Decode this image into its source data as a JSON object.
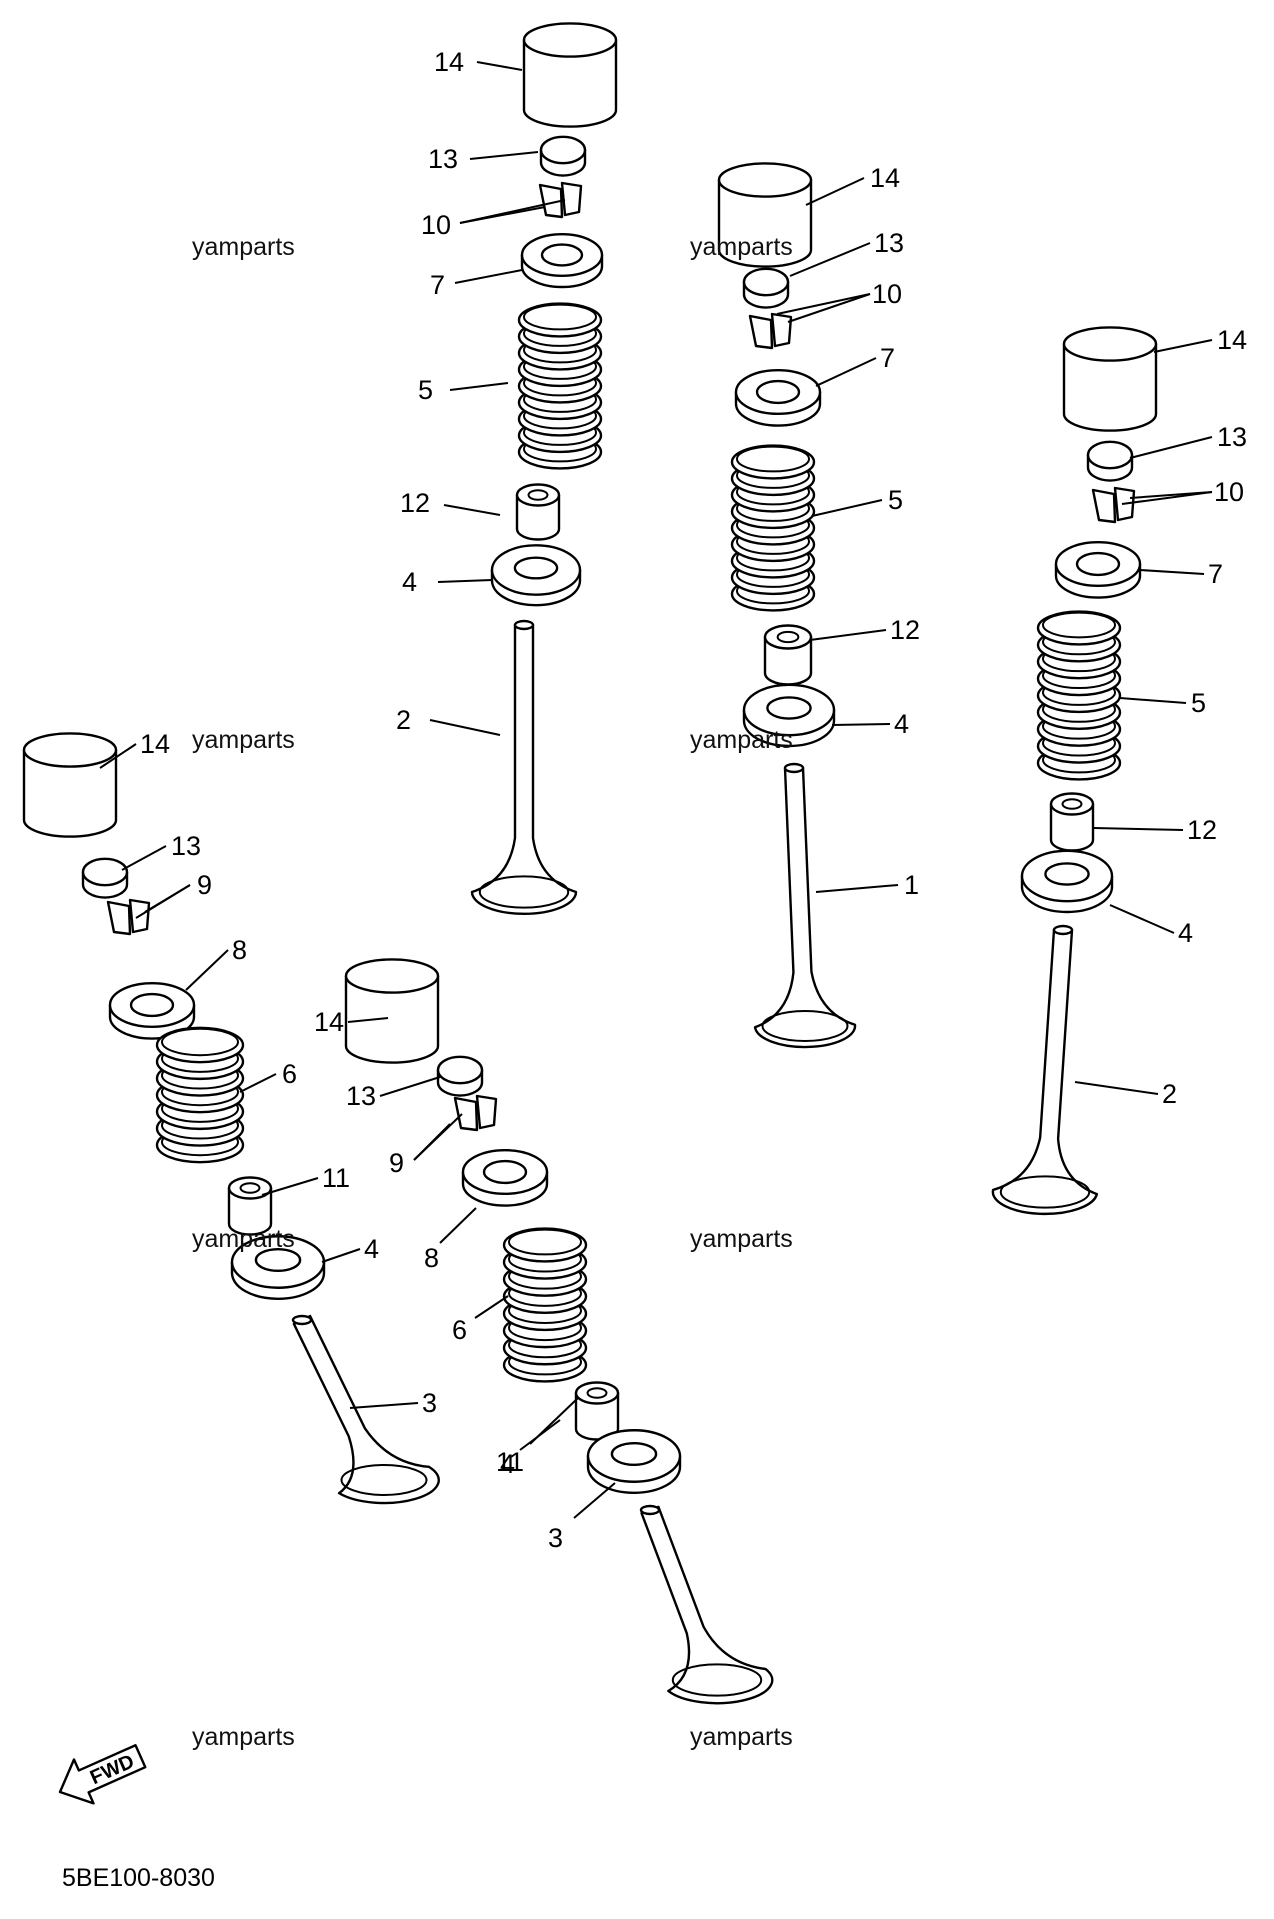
{
  "diagram": {
    "drawing_code": "5BE100-8030",
    "fwd_label": "FWD",
    "watermark": "yamparts",
    "callouts": [
      "14",
      "13",
      "10",
      "7",
      "5",
      "12",
      "4",
      "2",
      "14",
      "13",
      "10",
      "7",
      "5",
      "12",
      "4",
      "1",
      "14",
      "13",
      "10",
      "7",
      "5",
      "12",
      "4",
      "2",
      "14",
      "13",
      "9",
      "8",
      "6",
      "11",
      "4",
      "3",
      "14",
      "13",
      "9",
      "8",
      "6",
      "11",
      "4",
      "3"
    ]
  }
}
